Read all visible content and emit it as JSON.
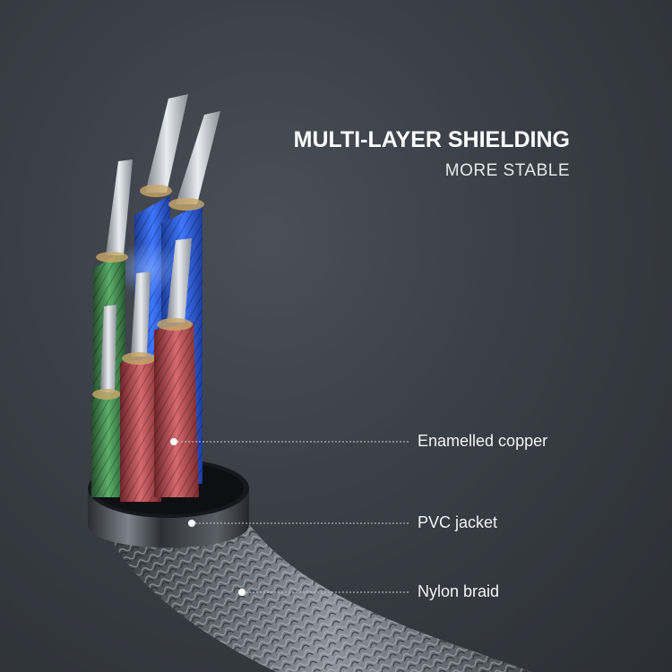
{
  "heading": {
    "title": "MULTI-LAYER SHIELDING",
    "subtitle": "MORE STABLE"
  },
  "callouts": [
    {
      "label": "Enamelled copper"
    },
    {
      "label": "PVC jacket"
    },
    {
      "label": "Nylon braid"
    }
  ],
  "colors": {
    "background": "#3a3e46",
    "wire_blue": "#2f5fd6",
    "wire_green": "#3e8a4a",
    "wire_red": "#b8484e",
    "jacket": "#1e2025",
    "braid": "#6a6f7a",
    "text": "#ffffff"
  }
}
